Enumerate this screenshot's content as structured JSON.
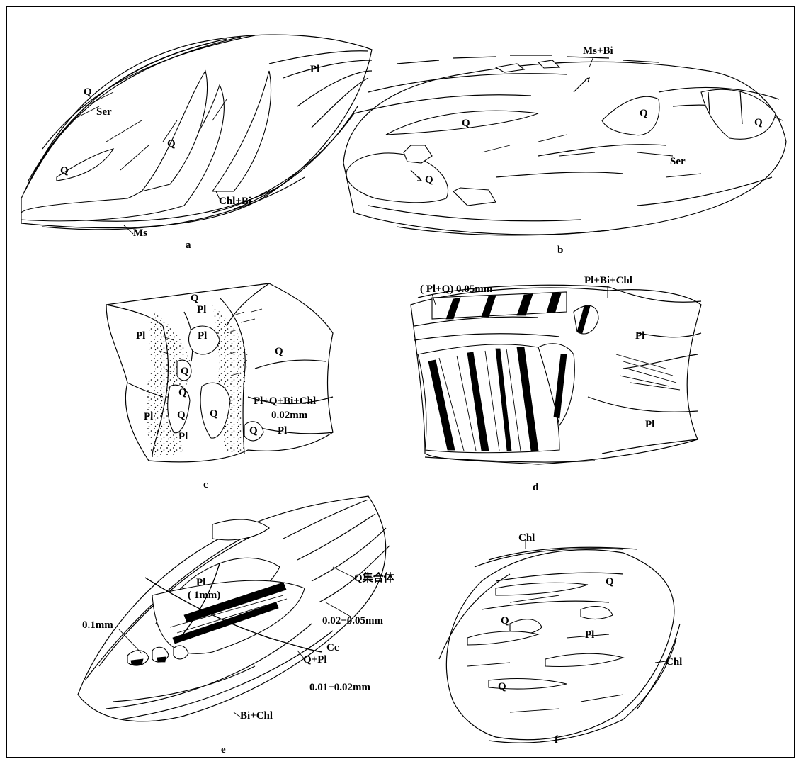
{
  "panels": {
    "a": {
      "label": "a",
      "q1": "Q",
      "q2": "Q",
      "q3": "Q",
      "ser": "Ser",
      "pl": "Pl",
      "chl_bi": "Chl+Bi",
      "ms": "Ms"
    },
    "b": {
      "label": "b",
      "ms_bi": "Ms+Bi",
      "q1": "Q",
      "q2": "Q",
      "q3": "Q",
      "q4": "Q",
      "ser": "Ser"
    },
    "c": {
      "label": "c",
      "q_top": "Q",
      "pl_top": "Pl",
      "pl_left": "Pl",
      "pl_mid": "Pl",
      "q_right": "Q",
      "q_a": "Q",
      "q_b": "Q",
      "q_c": "Q",
      "q_d": "Q",
      "q_e": "Q",
      "pl_low": "Pl",
      "pl_right": "Pl",
      "pl_left2": "Pl",
      "assemblage": "Pl+Q+Bi+Chl",
      "size": "0.02mm"
    },
    "d": {
      "label": "d",
      "pl_q_size": "( Pl+Q) 0.05mm",
      "pl_bi_chl": "Pl+Bi+Chl",
      "pl_right": "Pl",
      "pl_low": "Pl"
    },
    "e": {
      "label": "e",
      "pl": "Pl",
      "size_1mm": "( 1mm)",
      "q_agg": "Q集合体",
      "size_a": "0.02−0.05mm",
      "size_b": "0.01−0.02mm",
      "size_c": "0.1mm",
      "cc": "Cc",
      "q_pl": "Q+Pl",
      "bi_chl": "Bi+Chl"
    },
    "f": {
      "label": "f",
      "chl_top": "Chl",
      "chl_right": "Chl",
      "q1": "Q",
      "q2": "Q",
      "q3": "Q",
      "pl": "Pl"
    }
  }
}
